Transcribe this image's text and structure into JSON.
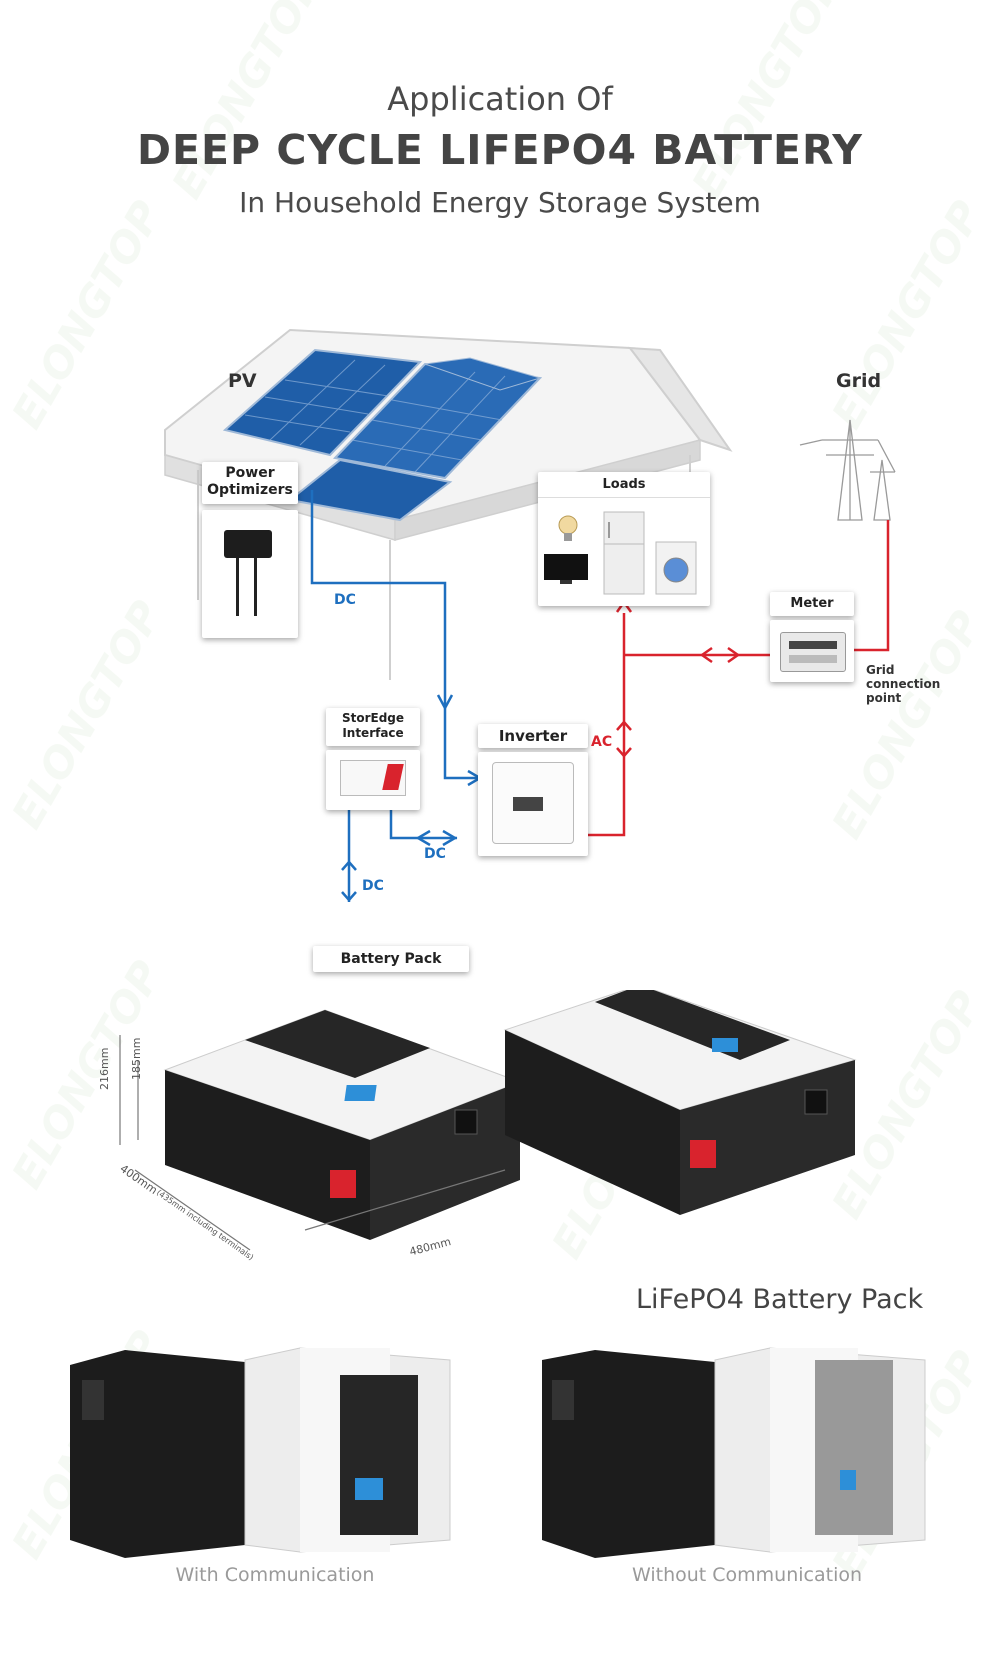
{
  "brand": {
    "watermark": "ELONGTOP"
  },
  "header": {
    "line1": "Application Of",
    "line2": "DEEP CYCLE LIFEPO4 BATTERY",
    "line3": "In Household Energy Storage System"
  },
  "diagram": {
    "pv_label": "PV",
    "grid_label": "Grid",
    "power_optimizers": "Power Optimizers",
    "loads": "Loads",
    "meter": "Meter",
    "grid_connection_point": "Grid connection point",
    "storedge_interface": "StorEdge Interface",
    "inverter": "Inverter",
    "battery_pack": "Battery Pack",
    "dc_top": "DC",
    "dc_mid": "DC",
    "dc_bottom": "DC",
    "ac": "AC",
    "colors": {
      "dc": "#1e6fbf",
      "ac": "#d9232d"
    }
  },
  "product": {
    "dim_height_outer": "216mm",
    "dim_height_inner": "185mm",
    "dim_depth": "400mm",
    "dim_depth_note": "(435mm including terminals)",
    "dim_width": "480mm",
    "title": "LiFePO4 Battery Pack",
    "caption_left": "With Communication",
    "caption_right": "Without Communication"
  }
}
